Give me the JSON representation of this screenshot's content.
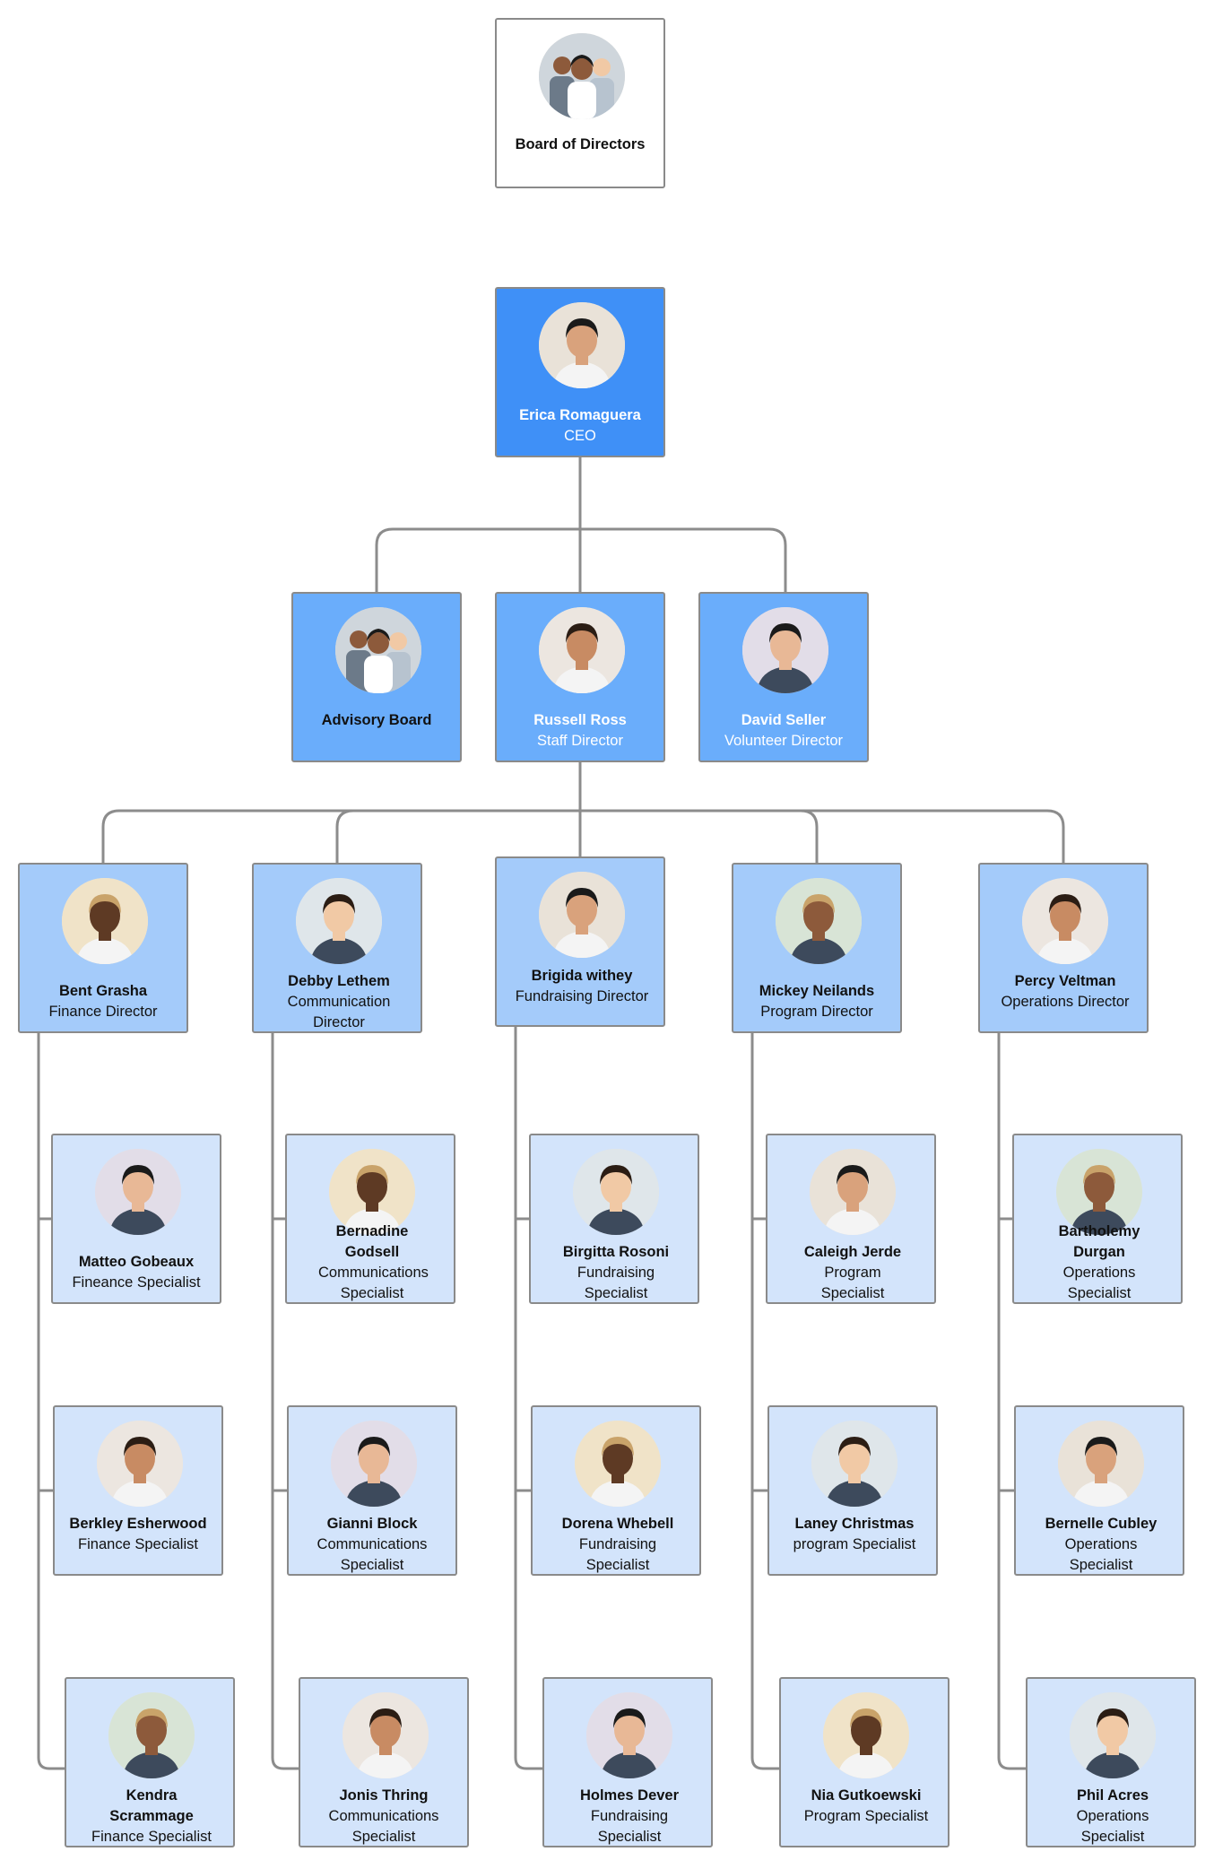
{
  "colors": {
    "board_fill": "#ffffff",
    "ceo_fill": "#3f90f7",
    "level2_fill": "#6aadfb",
    "director_fill": "#a4cbfa",
    "specialist_fill": "#d3e4fb",
    "connector": "#8c8c8c"
  },
  "board": {
    "name": "Board of Directors",
    "avatar": "group-photo"
  },
  "ceo": {
    "name": "Erica Romaguera",
    "title": "CEO",
    "avatar": "person-photo"
  },
  "level2": [
    {
      "name": "Advisory Board",
      "title": "",
      "avatar": "group-photo"
    },
    {
      "name": "Russell Ross",
      "title": "Staff Director",
      "avatar": "person-photo"
    },
    {
      "name": "David Seller",
      "title": "Volunteer Director",
      "avatar": "person-photo"
    }
  ],
  "departments": [
    {
      "director": {
        "name": "Bent Grasha",
        "title": "Finance Director"
      },
      "specialists": [
        {
          "name": "Matteo Gobeaux",
          "title": "Fineance Specialist"
        },
        {
          "name": "Berkley Esherwood",
          "title": "Finance Specialist"
        },
        {
          "name": "Kendra Scrammage",
          "title": "Finance Specialist"
        }
      ]
    },
    {
      "director": {
        "name": "Debby Lethem",
        "title": "Communication Director"
      },
      "specialists": [
        {
          "name": "Bernadine Godsell",
          "title": "Communications Specialist"
        },
        {
          "name": "Gianni Block",
          "title": "Communications Specialist"
        },
        {
          "name": "Jonis Thring",
          "title": "Communications Specialist"
        }
      ]
    },
    {
      "director": {
        "name": "Brigida withey",
        "title": "Fundraising Director"
      },
      "specialists": [
        {
          "name": "Birgitta Rosoni",
          "title": "Fundraising Specialist"
        },
        {
          "name": "Dorena Whebell",
          "title": "Fundraising Specialist"
        },
        {
          "name": "Holmes Dever",
          "title": "Fundraising Specialist"
        }
      ]
    },
    {
      "director": {
        "name": "Mickey Neilands",
        "title": "Program Director"
      },
      "specialists": [
        {
          "name": "Caleigh Jerde",
          "title": "Program Specialist"
        },
        {
          "name": "Laney Christmas",
          "title": "program Specialist"
        },
        {
          "name": "Nia Gutkoewski",
          "title": "Program Specialist"
        }
      ]
    },
    {
      "director": {
        "name": "Percy Veltman",
        "title": "Operations Director"
      },
      "specialists": [
        {
          "name": "Bartholemy Durgan",
          "title": "Operations Specialist"
        },
        {
          "name": "Bernelle Cubley",
          "title": "Operations Specialist"
        },
        {
          "name": "Phil Acres",
          "title": "Operations Specialist"
        }
      ]
    }
  ]
}
